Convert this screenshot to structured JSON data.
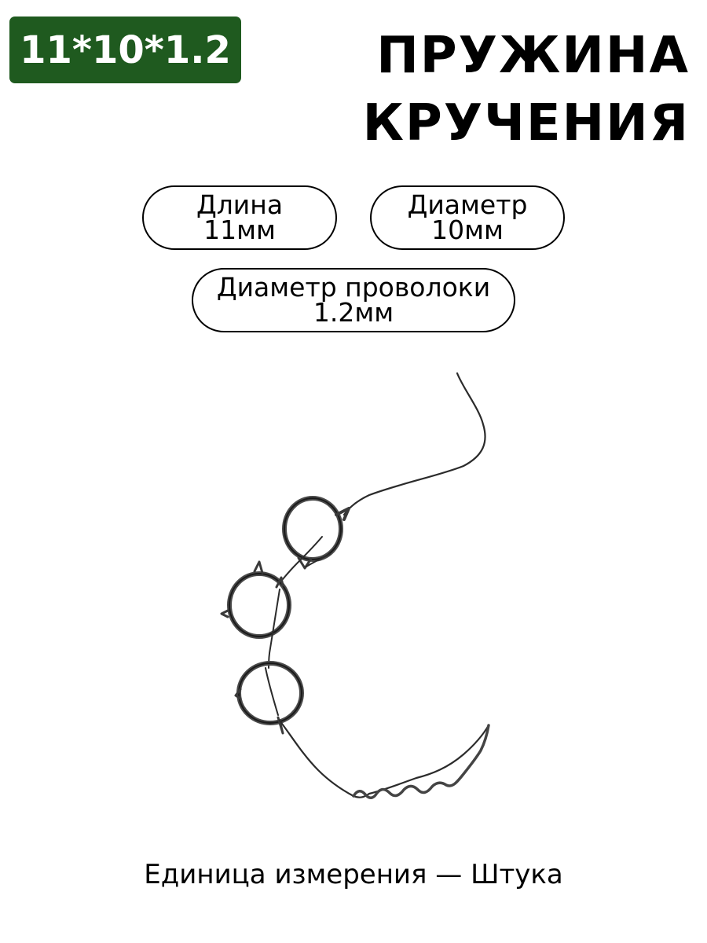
{
  "size_badge": {
    "label": "11*10*1.2",
    "background_color": "#1f5a1f",
    "text_color": "#ffffff"
  },
  "title": {
    "line1": "ПРУЖИНА",
    "line2": "КРУЧЕНИЯ"
  },
  "specs": {
    "length": {
      "label": "Длина",
      "value": "11мм"
    },
    "diameter": {
      "label": "Диаметр",
      "value": "10мм"
    },
    "wire_diameter": {
      "label": "Диаметр проволоки",
      "value": "1.2мм"
    }
  },
  "product_image": {
    "subject": "torsion-spring-wire"
  },
  "footer": {
    "unit_text": "Единица измерения — Штука"
  }
}
